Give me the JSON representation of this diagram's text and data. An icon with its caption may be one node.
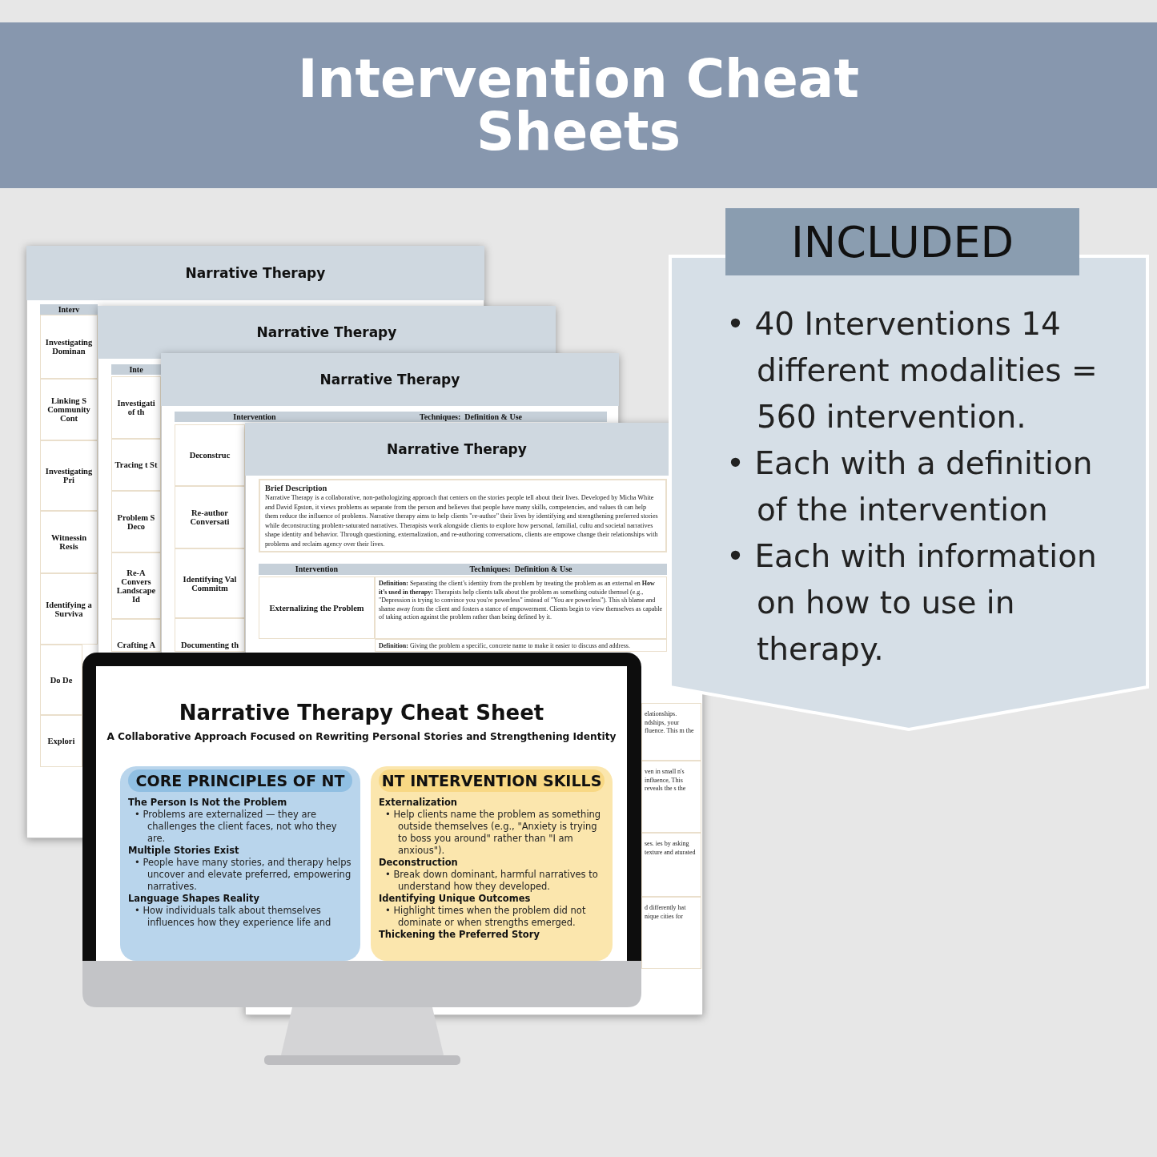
{
  "diagram": {
    "title": "Intervention Cheat Sheets",
    "nodes": [
      {
        "text": [
          "Narrative Therapy"
        ]
      },
      {
        "text": [
          "Interv"
        ]
      },
      {
        "text": [
          "Investigating Dominan"
        ]
      },
      {
        "text": [
          "Linking S Community Cont"
        ]
      },
      {
        "text": [
          "Investigating Pri"
        ]
      },
      {
        "text": [
          "Witnessin Resis"
        ]
      },
      {
        "text": [
          "Identifying a Surviva"
        ]
      },
      {
        "text": [
          "Do De"
        ]
      },
      {
        "text": [
          "Explori"
        ]
      },
      {
        "text": [
          "Narrative Therapy"
        ]
      },
      {
        "text": [
          "Inte"
        ]
      },
      {
        "text": [
          "Investigati of th"
        ]
      },
      {
        "text": [
          "Tracing t St"
        ]
      },
      {
        "text": [
          "Problem S Deco"
        ]
      },
      {
        "text": [
          "Re-A Convers Landscape Id"
        ]
      },
      {
        "text": [
          "Crafting A"
        ]
      },
      {
        "text": [
          "Narrative Therapy"
        ]
      },
      {
        "text": [
          "Intervention"
        ]
      },
      {
        "text": [
          "Techniques:  Definition & Use"
        ]
      },
      {
        "text": [
          "Deconstruc"
        ]
      },
      {
        "text": [
          "Re-author Conversati"
        ]
      },
      {
        "text": [
          "Identifying Val Commitm"
        ]
      },
      {
        "text": [
          "Documenting th"
        ]
      },
      {
        "text": [
          "Narrative Therapy"
        ]
      },
      {
        "text": [
          "Brief Description",
          "Narrative Therapy is a collaborative, non-pathologizing approach that centers on the stories people tell about their lives. Developed by Micha White and David Epston, it views problems as separate from the person and believes that people have many skills, competencies, and values th can help them reduce the influence of problems. Narrative therapy aims to help clients \"re-author\" their lives by identifying and strengthening preferred stories while deconstructing problem-saturated narratives. Therapists work alongside clients to explore how personal, familial, cultu and societal narratives shape identity and behavior. Through questioning, externalization, and re-authoring conversations, clients are empowe change their relationships with problems and reclaim agency over their lives."
        ]
      },
      {
        "text": [
          "Intervention"
        ]
      },
      {
        "text": [
          "Techniques:  Definition & Use"
        ]
      },
      {
        "text": [
          "Externalizing the Problem"
        ]
      },
      {
        "text": [
          "**Definition:** Separating the client’s identity from the problem by treating the problem as an external en **How it’s used in therapy:** Therapists help clients talk about the problem as something outside themsel (e.g., \"Depression is trying to convince you you're powerless\" instead of \"You are powerless\"). This sh blame and shame away from the client and fosters a stance of empowerment. Clients begin to view themselves as capable of taking action against the problem rather than being defined by it."
        ]
      },
      {
        "text": [
          "**Definition:** Giving the problem a specific, concrete name to make it easier to discuss and address."
        ]
      },
      {
        "text": [
          "elationships. ndships, your fluence. This m the"
        ]
      },
      {
        "text": [
          "ven in small n's influence, This reveals the s the"
        ]
      },
      {
        "text": [
          "ses. ies by asking texture and aturated"
        ]
      },
      {
        "text": [
          "d differently hat nique cities for"
        ]
      },
      {
        "text": [
          "INCLUDED"
        ]
      },
      {
        "text": [
          "• 40 Interventions  14 different modalities = 560 intervention.",
          "• Each with a definition of the intervention",
          "• Each with information on how to use in therapy."
        ]
      },
      {
        "text": [
          "Narrative Therapy Cheat Sheet",
          "A Collaborative Approach Focused on Rewriting Personal Stories and Strengthening Identity"
        ]
      },
      {
        "text": [
          "CORE PRINCIPLES OF NT",
          "The Person Is Not the Problem",
          "• Problems are externalized — they are challenges the client faces, not who they are.",
          "Multiple Stories Exist",
          "• People have many stories, and therapy helps uncover and elevate preferred, empowering narratives.",
          "Language Shapes Reality",
          "• How individuals talk about themselves influences how they experience life and"
        ],
        "in": 36
      },
      {
        "text": [
          "NT INTERVENTION SKILLS",
          "Externalization",
          "• Help clients name the problem as something outside themselves (e.g., \"Anxiety is trying to boss you around\" rather than \"I am anxious\").",
          "Deconstruction",
          "• Break down dominant, harmful narratives to understand how they developed.",
          "Identifying Unique Outcomes",
          "• Highlight times when the problem did not dominate or when strengths emerged.",
          "Thickening the Preferred Story"
        ],
        "in": 36
      }
    ]
  }
}
